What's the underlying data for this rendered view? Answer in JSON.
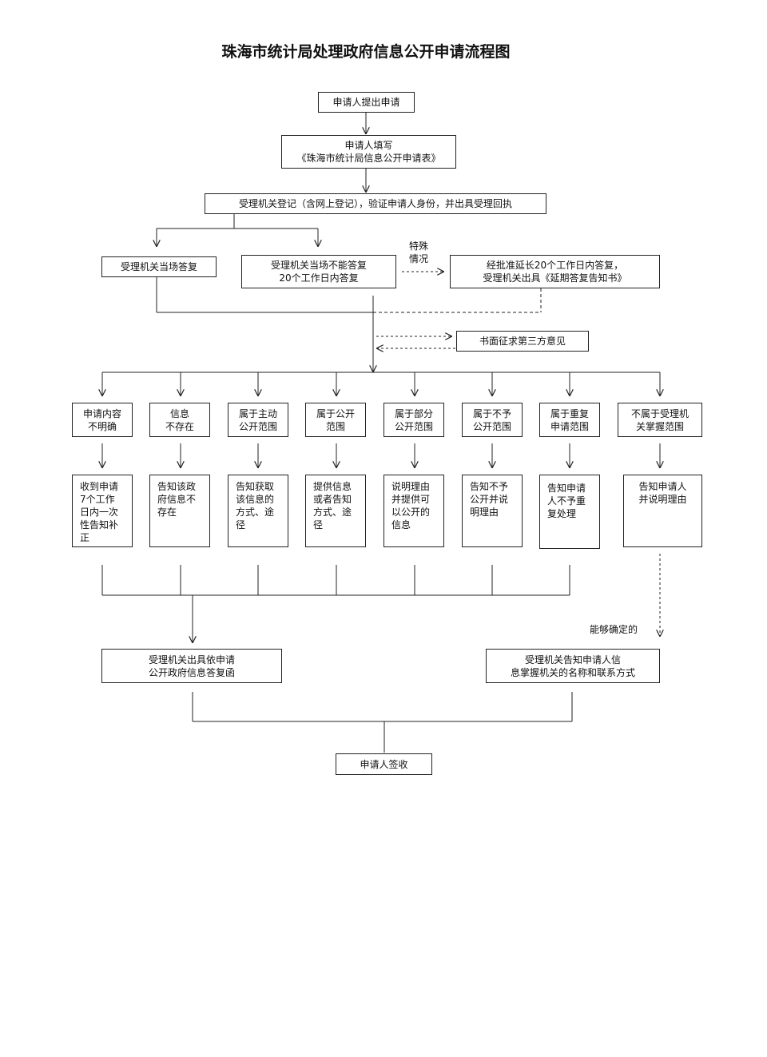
{
  "title": "珠海市统计局处理政府信息公开申请流程图",
  "steps": {
    "submit": "申请人提出申请",
    "fill_form": "申请人填写\n《珠海市统计局信息公开申请表》",
    "register": "受理机关登记（含网上登记），验证申请人身份，并出具受理回执",
    "reply_onsite": "受理机关当场答复",
    "reply_20days": "受理机关当场不能答复\n20个工作日内答复",
    "special_label": "特殊\n情况",
    "extend": "经批准延长20个工作日内答复，\n受理机关出具《延期答复告知书》",
    "third_party": "书面征求第三方意见"
  },
  "categories": [
    {
      "label": "申请内容\n不明确",
      "action": "收到申请\n7个工作\n日内一次\n性告知补\n正"
    },
    {
      "label": "信息\n不存在",
      "action": "告知该政\n府信息不\n存在"
    },
    {
      "label": "属于主动\n公开范围",
      "action": "告知获取\n该信息的\n方式、途\n径"
    },
    {
      "label": "属于公开\n范围",
      "action": "提供信息\n或者告知\n方式、途\n径"
    },
    {
      "label": "属于部分\n公开范围",
      "action": "说明理由\n并提供可\n以公开的\n信息"
    },
    {
      "label": "属于不予\n公开范围",
      "action": "告知不予\n公开并说\n明理由"
    },
    {
      "label": "属于重复\n申请范围",
      "action": "告知申请\n人不予重\n复处理"
    },
    {
      "label": "不属于受理机\n关掌握范围",
      "action": "告知申请人\n并说明理由"
    }
  ],
  "can_determine_label": "能够确定的",
  "outputs": {
    "reply_letter": "受理机关出具依申请\n公开政府信息答复函",
    "inform_agency": "受理机关告知申请人信\n息掌握机关的名称和联系方式"
  },
  "final": "申请人签收"
}
